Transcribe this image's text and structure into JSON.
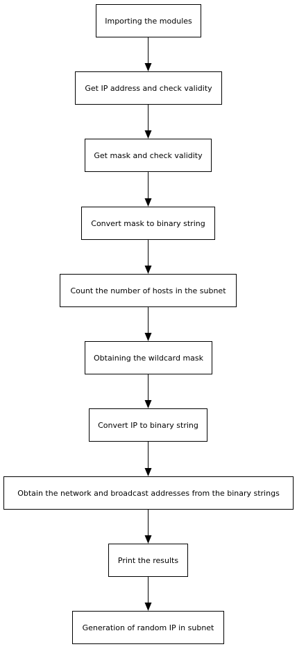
{
  "flowchart": {
    "steps": [
      "Importing the modules",
      "Get IP address and check validity",
      "Get mask and check validity",
      "Convert mask to binary string",
      "Count the number of hosts in the subnet",
      "Obtaining the wildcard mask",
      "Convert IP to binary string",
      "Obtain the network and broadcast addresses from the binary strings",
      "Print the results",
      "Generation of random IP in subnet"
    ]
  }
}
